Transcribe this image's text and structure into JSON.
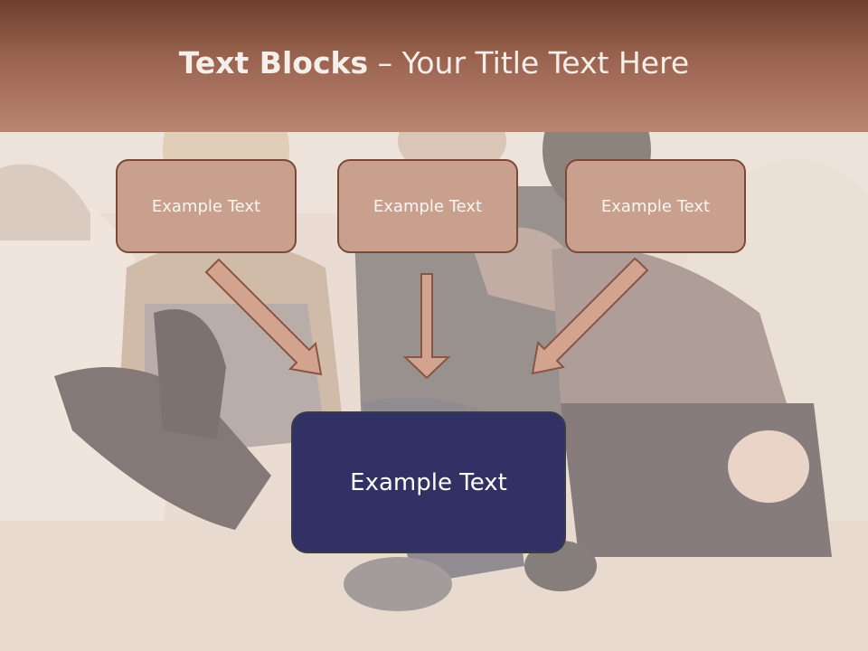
{
  "title": {
    "bold": "Text Blocks",
    "dash": " – ",
    "rest": "Your Title Text Here"
  },
  "top_boxes": [
    {
      "label": "Example Text"
    },
    {
      "label": "Example Text"
    },
    {
      "label": "Example Text"
    }
  ],
  "main_box": {
    "label": "Example Text"
  },
  "colors": {
    "header": "#9a6450",
    "box_fill": "#c9a08e",
    "box_border": "#7a4a36",
    "main_fill": "#323165",
    "arrow": "#d2a490"
  }
}
